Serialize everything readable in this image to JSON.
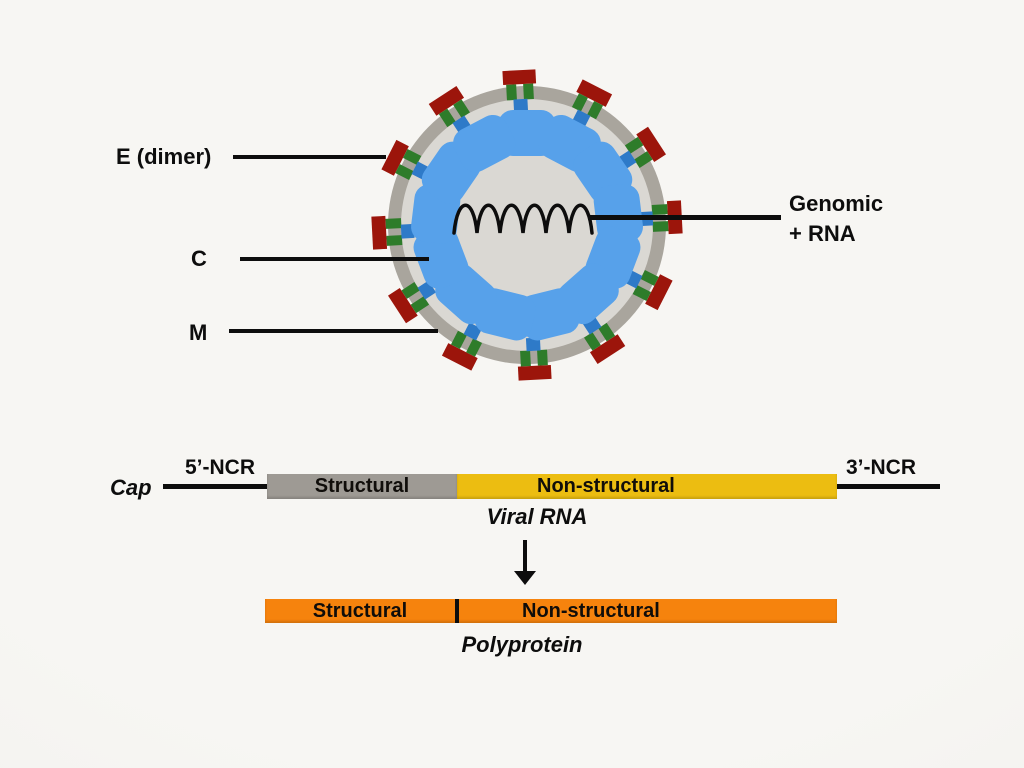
{
  "figure": {
    "type": "virus-structure-and-genome-diagram"
  },
  "virion": {
    "labels": {
      "e_dimer": "E (dimer)",
      "capsid": "C",
      "membrane": "M",
      "genomic_line1": "Genomic",
      "genomic_line2": "+ RNA"
    },
    "spike_count": 12,
    "capsid_unit_count": 13,
    "rna_wave_humps": 6
  },
  "genome": {
    "cap": "Cap",
    "ncr5": "5’-NCR",
    "ncr3": "3’-NCR",
    "rna_bar": {
      "structural": "Structural",
      "non_structural": "Non-structural",
      "caption": "Viral RNA"
    },
    "poly_bar": {
      "structural": "Structural",
      "non_structural": "Non-structural",
      "caption": "Polyprotein"
    }
  },
  "palette": {
    "background": "#f7f6f3",
    "envelope_ring": "#a9a59d",
    "virus_interior": "#dad8d3",
    "e_protein_red": "#9c150b",
    "e_stem_green": "#2e7c2a",
    "m_protein_blue": "#2e7ac8",
    "capsid_blue": "#57a1ea",
    "line_black": "#0d0d0d",
    "structural_gray": "#9e9a94",
    "nonstructural_yellow": "#ecbd11",
    "polyprotein_orange": "#f6830d"
  }
}
